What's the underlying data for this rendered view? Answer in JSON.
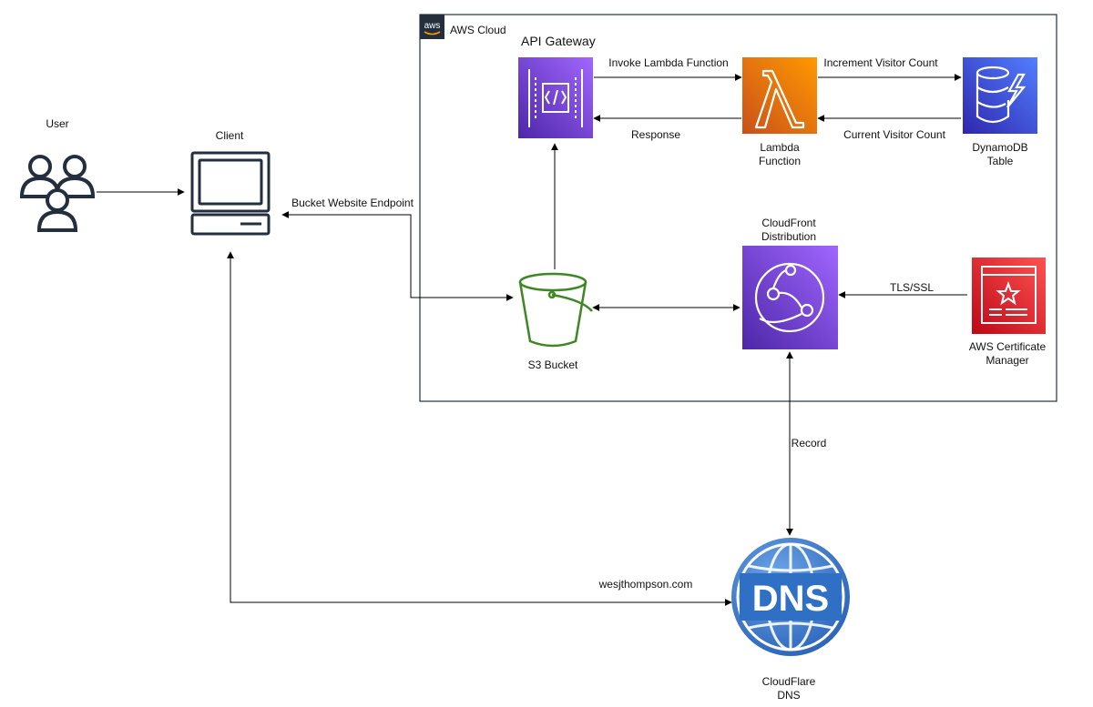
{
  "cloud": {
    "title": "AWS Cloud",
    "logo_text": "aws"
  },
  "nodes": {
    "user": {
      "label": "User",
      "icon": "users-icon"
    },
    "client": {
      "label": "Client",
      "icon": "computer-icon"
    },
    "api_gateway": {
      "label": "API Gateway",
      "icon": "api-gateway-icon",
      "color": "#7b3ff2"
    },
    "lambda": {
      "label_line1": "Lambda",
      "label_line2": "Function",
      "icon": "lambda-icon",
      "color": "#ed7100"
    },
    "dynamodb": {
      "label_line1": "DynamoDB",
      "label_line2": "Table",
      "icon": "dynamodb-icon",
      "color": "#4053d6"
    },
    "s3": {
      "label": "S3 Bucket",
      "icon": "s3-bucket-icon",
      "color": "#3f8624"
    },
    "cloudfront": {
      "label_line1": "CloudFront",
      "label_line2": "Distribution",
      "icon": "cloudfront-icon",
      "color": "#7b3ff2"
    },
    "acm": {
      "label_line1": "AWS Certificate",
      "label_line2": "Manager",
      "icon": "certificate-manager-icon",
      "color": "#dd344c"
    },
    "dns": {
      "label_line1": "CloudFlare",
      "label_line2": "DNS",
      "icon": "dns-globe-icon",
      "icon_text": "DNS",
      "color": "#2f6fc4"
    }
  },
  "edges": {
    "invoke": "Invoke Lambda Function",
    "response": "Response",
    "increment": "Increment Visitor Count",
    "current": "Current Visitor Count",
    "bucket_endpoint": "Bucket Website Endpoint",
    "tls": "TLS/SSL",
    "record": "Record",
    "domain": "wesjthompson.com"
  }
}
